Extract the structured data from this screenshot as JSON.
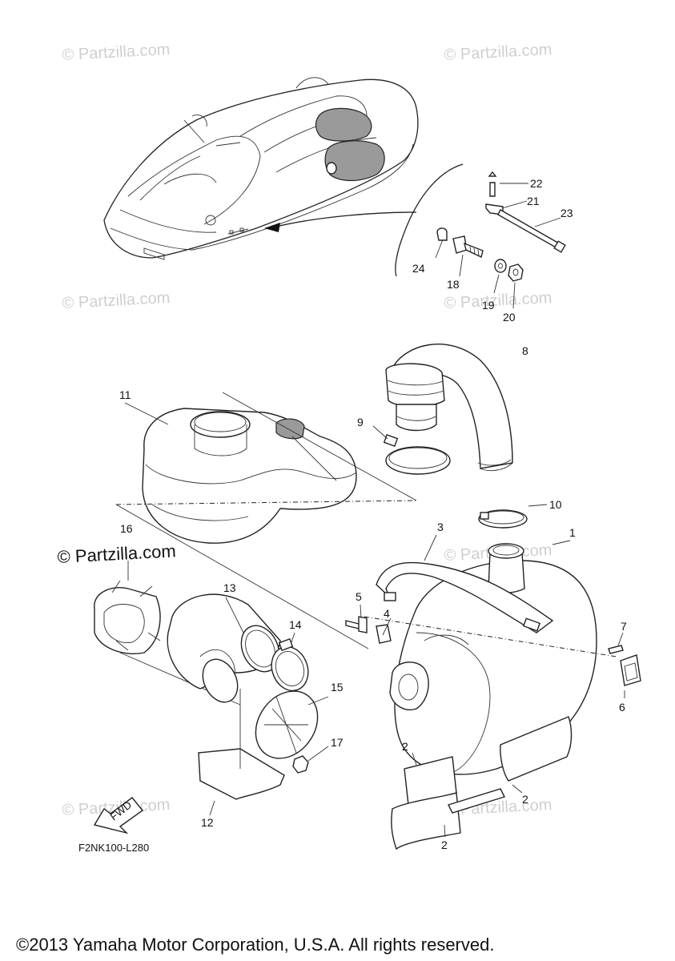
{
  "watermark": {
    "text": "© Partzilla.com"
  },
  "diagram_code": "F2NK100-L280",
  "fwd_label": "FWD",
  "copyright": "©2013 Yamaha Motor Corporation, U.S.A. All rights reserved.",
  "callouts": [
    "1",
    "2",
    "2",
    "2",
    "2",
    "3",
    "4",
    "5",
    "6",
    "7",
    "8",
    "9",
    "10",
    "11",
    "12",
    "13",
    "14",
    "15",
    "16",
    "17",
    "18",
    "19",
    "20",
    "21",
    "22",
    "23",
    "24"
  ]
}
